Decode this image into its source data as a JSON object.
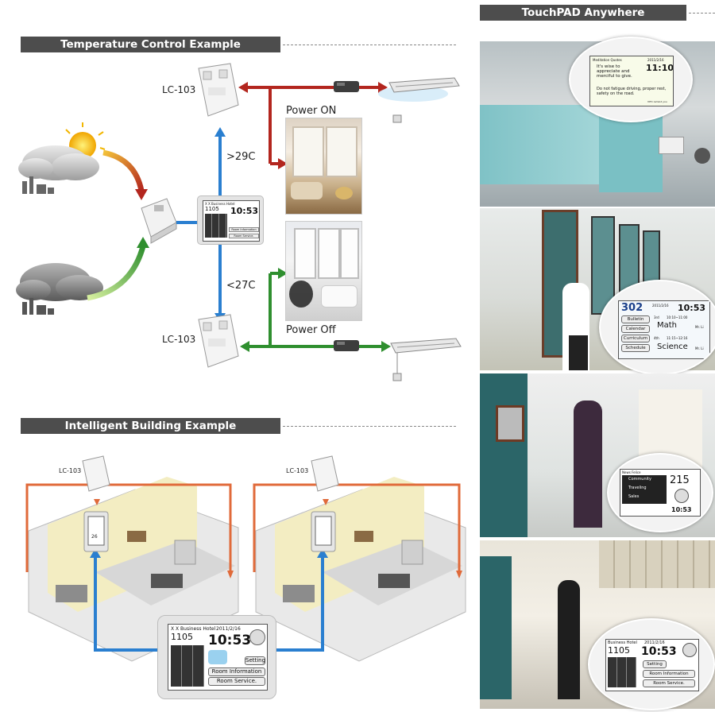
{
  "headers": {
    "temperature": "Temperature Control Example",
    "building": "Intelligent Building Example",
    "anywhere": "TouchPAD Anywhere"
  },
  "temperature": {
    "lc_top": "LC-103",
    "lc_bottom": "LC-103",
    "gt": ">29C",
    "lt": "<27C",
    "power_on": "Power ON",
    "power_off": "Power Off",
    "colors": {
      "hot_arrow": "#b3261e",
      "cold_arrow": "#2f8f2f",
      "signal_arrow": "#2a7fd0"
    }
  },
  "touchpad_main": {
    "hotel": "X X Business Hotel",
    "date": "2011/2/16",
    "room": "1105",
    "time": "10:53",
    "setting": "Setting",
    "room_info": "Room Information",
    "room_service": "Room Service."
  },
  "building": {
    "lc_left": "LC-103",
    "lc_right": "LC-103",
    "small_temp": "26"
  },
  "anywhere": {
    "quote_title": "Meditation Quotes",
    "quote_date": "2011/2/16",
    "quote_time": "11:10",
    "quote_line1": "It's wise to appreciate and merciful to give.",
    "quote_line2": "Do not fatigue driving, proper rest, safety on the road.",
    "quote_foot": "VITC remind you",
    "class_room": "302",
    "class_date": "2011/2/16",
    "class_time": "10:53",
    "bulletin": "Bulletin",
    "calendar": "Calendar",
    "curriculum": "Curriculum",
    "schedule": "Schedule",
    "period3": "3rd",
    "period3_time": "10:10~11:00",
    "period4": "4th",
    "period4_time": "11:15~12:16",
    "subject1": "Math",
    "subject2": "Science",
    "teacher1": "Mr. Li",
    "teacher2": "Mr. Li",
    "news_title": "News Felice",
    "news1": "Community",
    "news2": "Traveling",
    "news3": "Sales",
    "news_room": "215",
    "news_time": "10:53",
    "hotel": "Business Hotel",
    "hotel_date": "2011/2/16",
    "hotel_room": "1105",
    "hotel_time": "10:53",
    "hotel_setting": "Setting",
    "hotel_info": "Room Information",
    "hotel_service": "Room Service."
  }
}
